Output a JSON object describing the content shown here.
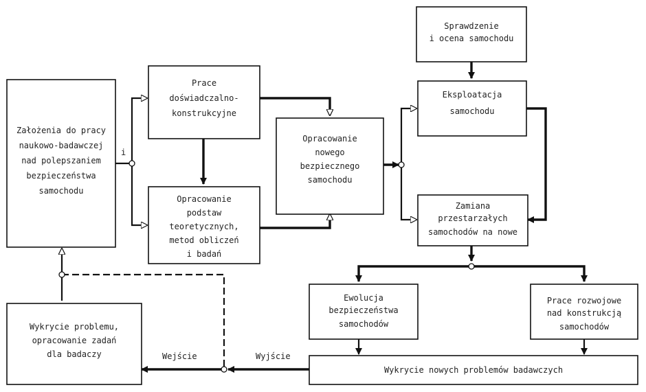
{
  "boxes": {
    "assumptions": [
      "Założenia do pracy",
      "naukowo-badawczej",
      "nad polepszaniem",
      "bezpieczeństwa",
      "samochodu"
    ],
    "experimental": [
      "Prace",
      "doświadczalno-",
      "konstrukcyjne"
    ],
    "theory": [
      "Opracowanie",
      "podstaw",
      "teoretycznych,",
      "metod obliczeń",
      "i badań"
    ],
    "new_car": [
      "Opracowanie",
      "nowego",
      "bezpiecznego",
      "samochodu"
    ],
    "check": [
      "Sprawdzenie",
      "i ocena samochodu"
    ],
    "operation": [
      "Eksploatacja",
      "samochodu"
    ],
    "replacement": [
      "Zamiana",
      "przestarzałych",
      "samochodów na nowe"
    ],
    "evolution": [
      "Ewolucja",
      "bezpieczeństwa",
      "samochodów"
    ],
    "development": [
      "Prace rozwojowe",
      "nad konstrukcją",
      "samochodów"
    ],
    "detect_problem": [
      "Wykrycie problemu,",
      "opracowanie zadań",
      "dla badaczy"
    ],
    "new_problems": [
      "Wykrycie nowych problemów badawczych"
    ]
  },
  "labels": {
    "input": "Wejście",
    "output": "Wyjście",
    "mark_i": "i"
  }
}
